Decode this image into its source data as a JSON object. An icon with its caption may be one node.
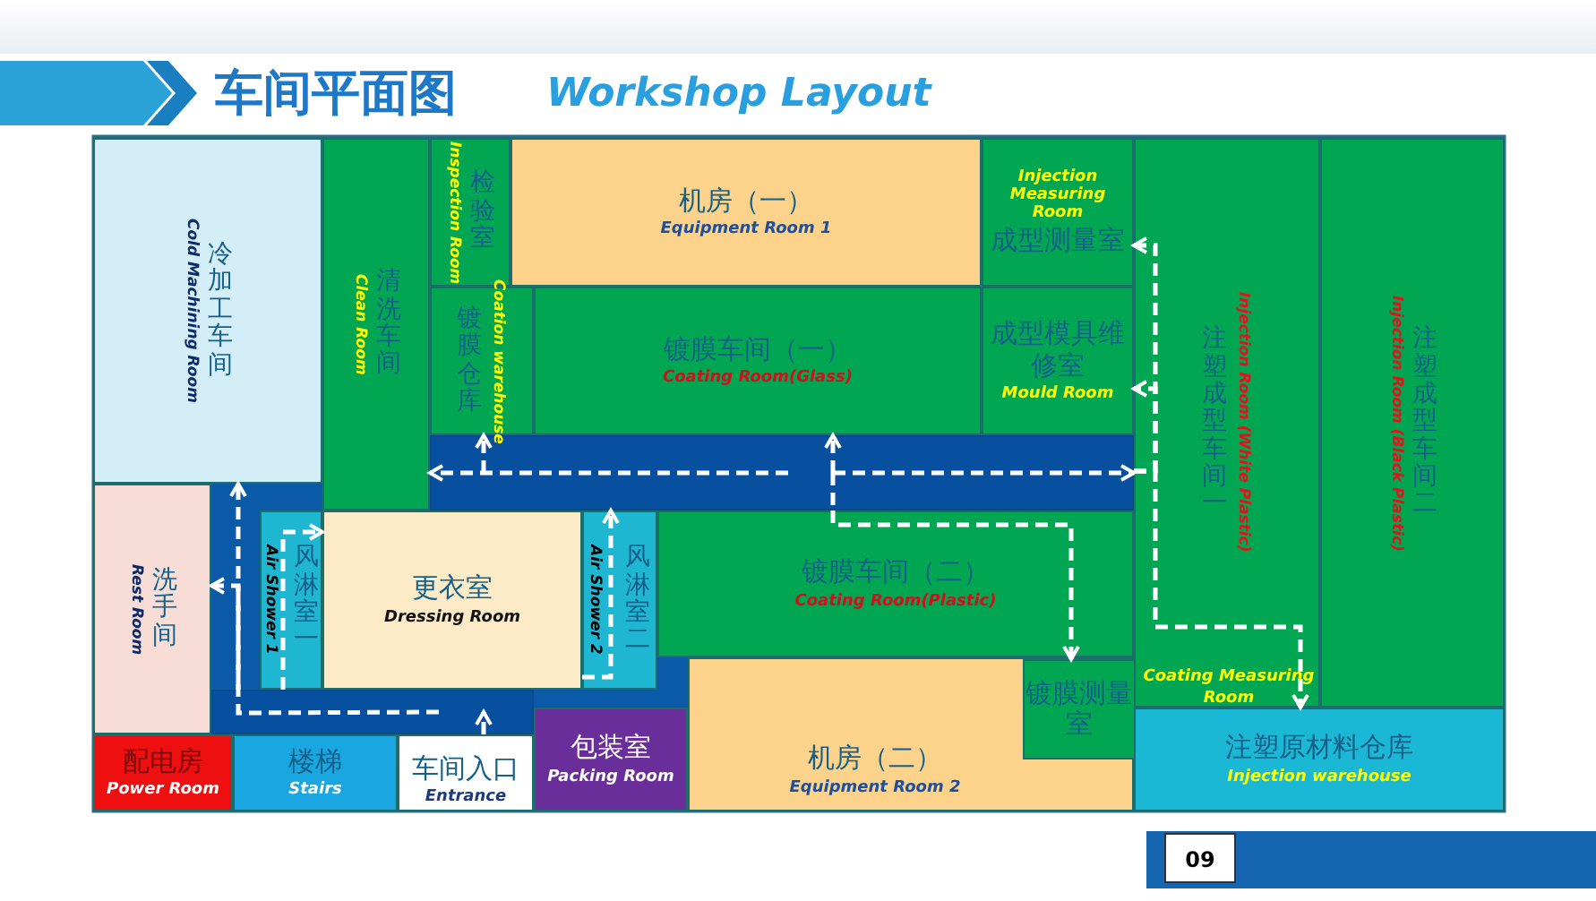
{
  "diagram": {
    "title": "车间平面图",
    "nodes": [
      {
        "text": [
          "冷加工车间",
          "Cold Machining Room"
        ]
      },
      {
        "text": [
          "清洗车间",
          "Clean Room"
        ]
      },
      {
        "text": [
          "检验室",
          "Inspection Room"
        ]
      },
      {
        "text": [
          "镀膜仓库",
          "Coation warehouse"
        ]
      },
      {
        "text": [
          "机房（一）",
          "Equipment  Room 1"
        ]
      },
      {
        "text": [
          "镀膜车间（一）",
          "Coating  Room(Glass)"
        ]
      },
      {
        "text": [
          "Injection Measuring Room",
          "成型测量室"
        ]
      },
      {
        "text": [
          "成型模具维修室",
          "Mould Room"
        ]
      },
      {
        "text": [
          "注塑成型车间一",
          "Injection Room (White Plastic)"
        ]
      },
      {
        "text": [
          "注塑成型车间二",
          "Injection Room (Black Plastic)"
        ]
      },
      {
        "text": [
          "洗手间",
          "Rest Room"
        ]
      },
      {
        "text": [
          "风淋室一",
          "Air Shower 1"
        ]
      },
      {
        "text": [
          "更衣室",
          "Dressing Room"
        ]
      },
      {
        "text": [
          "风淋室二",
          "Air Shower 2"
        ]
      },
      {
        "text": [
          "镀膜车间（二）",
          "Coating Room(Plastic)"
        ]
      },
      {
        "text": [
          "机房（二）",
          "Equipment  Room 2"
        ]
      },
      {
        "text": [
          "镀膜测量室"
        ],
        "in": 15
      },
      {
        "text": [
          "配电房",
          "Power Room"
        ]
      },
      {
        "text": [
          "楼梯",
          "Stairs"
        ]
      },
      {
        "text": [
          "车间入口",
          "Entrance"
        ]
      },
      {
        "text": [
          "包装室",
          "Packing Room"
        ]
      },
      {
        "text": [
          "注塑原材料仓库",
          "Injection warehouse"
        ]
      },
      {
        "text": [],
        "shape": "bar"
      },
      {
        "text": [],
        "shape": "bar"
      }
    ],
    "edges": [
      {
        "from": 22,
        "to": 1,
        "arrow": "to",
        "style": "dashed"
      },
      {
        "from": 22,
        "to": 3,
        "arrow": "to",
        "style": "dashed"
      },
      {
        "from": 22,
        "to": 5,
        "arrow": "to",
        "style": "dashed"
      },
      {
        "from": 22,
        "to": 8,
        "arrow": "to",
        "style": "dashed"
      },
      {
        "from": 14,
        "to": 16,
        "arrow": "to",
        "style": "dashed"
      },
      {
        "from": 8,
        "to": 6,
        "arrow": "to",
        "style": "dashed"
      },
      {
        "from": 8,
        "to": 7,
        "arrow": "to",
        "style": "dashed"
      },
      {
        "from": 8,
        "to": 21,
        "arrow": "to",
        "style": "dashed"
      },
      {
        "from": 23,
        "to": 0,
        "arrow": "to",
        "style": "dashed"
      },
      {
        "from": 23,
        "to": 10,
        "arrow": "to",
        "style": "dashed"
      },
      {
        "from": 19,
        "to": 23,
        "arrow": "to",
        "style": "dashed"
      },
      {
        "from": 11,
        "to": 12,
        "arrow": "to",
        "style": "dashed"
      },
      {
        "from": 13,
        "to": 22,
        "arrow": "to",
        "style": "dashed"
      },
      {
        "from": 22,
        "to": 14,
        "arrow": "none",
        "style": "dashed"
      }
    ],
    "labels": [
      "Workshop Layout",
      "Coating Measuring Room",
      "09"
    ]
  }
}
